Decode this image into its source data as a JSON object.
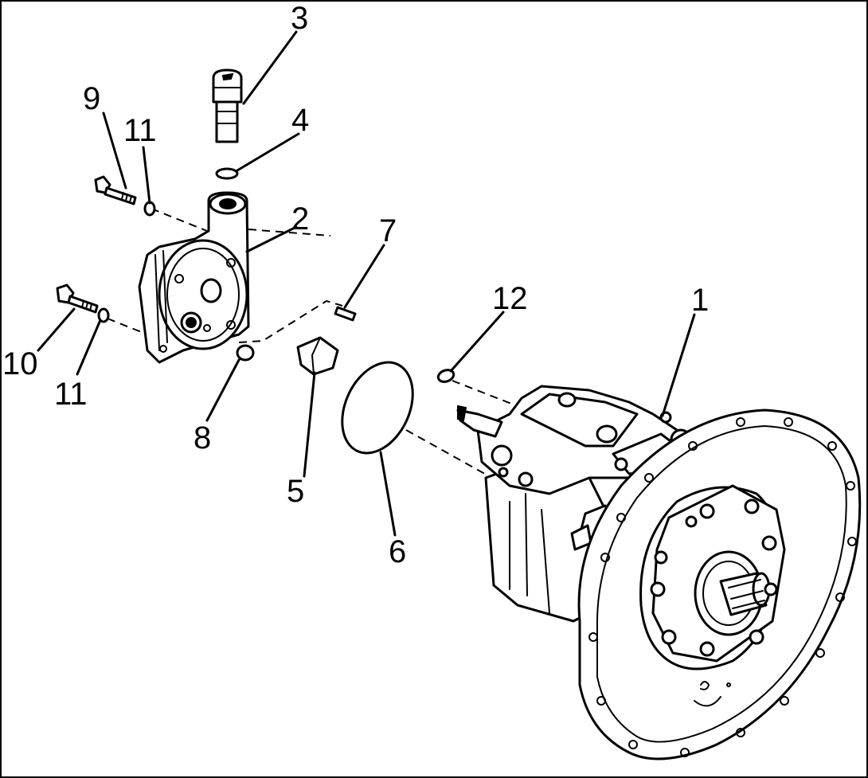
{
  "diagram": {
    "callouts": [
      {
        "id": "1",
        "label": "1"
      },
      {
        "id": "2",
        "label": "2"
      },
      {
        "id": "3",
        "label": "3"
      },
      {
        "id": "4",
        "label": "4"
      },
      {
        "id": "5",
        "label": "5"
      },
      {
        "id": "6",
        "label": "6"
      },
      {
        "id": "7",
        "label": "7"
      },
      {
        "id": "8",
        "label": "8"
      },
      {
        "id": "9",
        "label": "9"
      },
      {
        "id": "10",
        "label": "10"
      },
      {
        "id": "11a",
        "label": "11"
      },
      {
        "id": "11b",
        "label": "11"
      },
      {
        "id": "12",
        "label": "12"
      }
    ]
  }
}
